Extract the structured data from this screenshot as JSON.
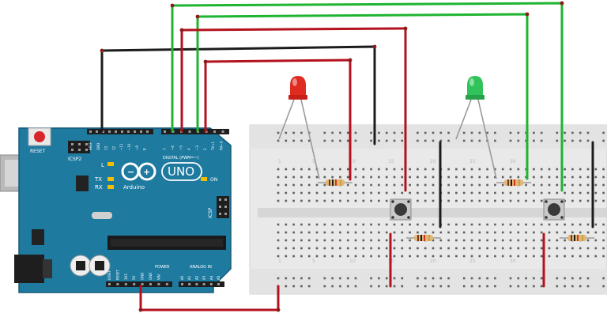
{
  "board": {
    "reset_label": "RESET",
    "icsp2_label": "ICSP2",
    "icsp_label": "ICSP",
    "l_label": "L",
    "tx_label": "TX",
    "rx_label": "RX",
    "on_label": "ON",
    "uno_label": "UNO",
    "arduino_label": "Arduino",
    "digital_label": "DIGITAL (PWM=~)",
    "power_label": "POWER",
    "analog_label": "ANALOG IN",
    "top_header_pins": [
      "AREF",
      "GND",
      "13",
      "12",
      "~11",
      "~10",
      "~9",
      "8",
      "7",
      "~6",
      "~5",
      "4",
      "~3",
      "2",
      "TX→1",
      "RX←0"
    ],
    "power_header_pins": [
      "IOREF",
      "RESET",
      "3V3",
      "5V",
      "GND",
      "GND",
      "VIN"
    ],
    "analog_header_pins": [
      "A0",
      "A1",
      "A2",
      "A3",
      "A4",
      "A5"
    ]
  },
  "breadboard": {
    "column_numbers": [
      "1",
      "5",
      "10",
      "15",
      "20",
      "25",
      "30"
    ]
  },
  "components": {
    "led_red_color": "#e02b20",
    "led_green_color": "#2fc35a"
  },
  "colors": {
    "wire_green": "#1fb431",
    "wire_red": "#b3121e",
    "wire_black": "#1c1c1c",
    "pcb": "#1f7aa0"
  }
}
